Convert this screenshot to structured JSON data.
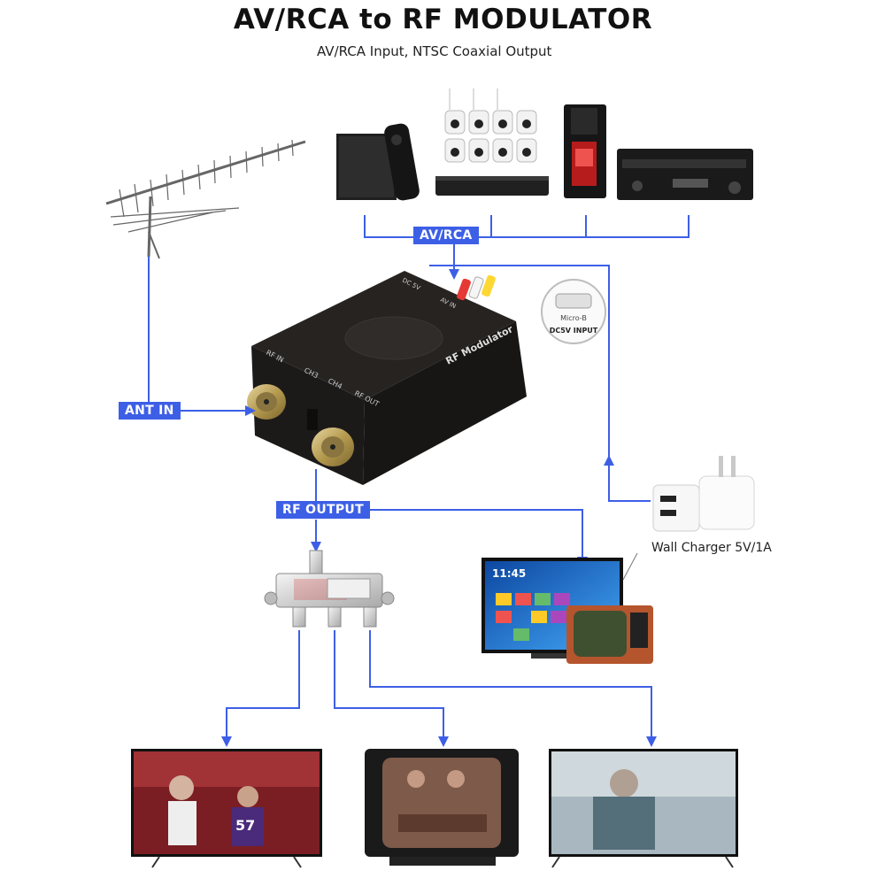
{
  "header": {
    "title": "AV/RCA to RF MODULATOR",
    "subtitle": "AV/RCA Input, NTSC Coaxial Output"
  },
  "tags": {
    "av_rca": "AV/RCA",
    "ant_in": "ANT IN",
    "rf_output": "RF OUTPUT"
  },
  "device": {
    "brand_label": "RF Modulator",
    "port_rf_in": "RF IN",
    "port_rf_out": "RF OUT",
    "switch_ch3": "CH3",
    "switch_ch4": "CH4",
    "port_dc": "DC 5V",
    "port_av": "AV IN"
  },
  "usb_port": {
    "type": "Micro-B",
    "label": "DC5V INPUT"
  },
  "charger": {
    "label": "Wall Charger 5V/1A"
  },
  "tv_screen": {
    "clock": "11:45"
  },
  "scene": {
    "jersey_number": "57"
  },
  "colors": {
    "arrow_blue": "#3d5fe6",
    "tag_blue": "#3d5fe6",
    "device_body": "#1e1c1b"
  },
  "icons": [
    "antenna-icon",
    "streaming-box-icon",
    "remote-icon",
    "nvr-camera-kit-icon",
    "pc-tower-icon",
    "dvd-receiver-icon",
    "rf-modulator-device",
    "usb-port-icon",
    "wall-charger-icon",
    "smart-tv-icon",
    "crt-tv-icon",
    "coax-splitter-icon"
  ]
}
